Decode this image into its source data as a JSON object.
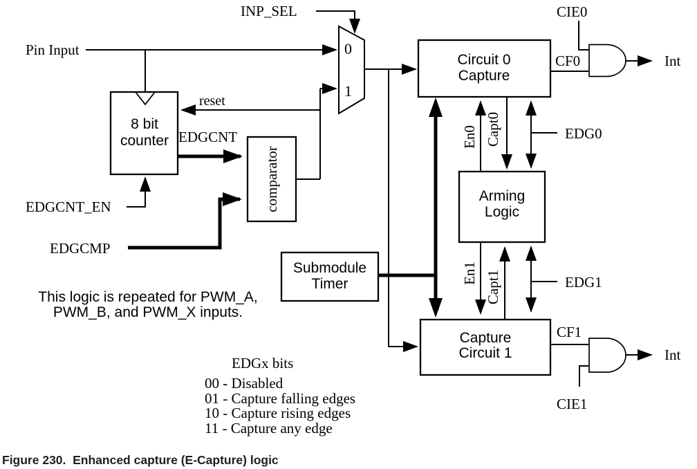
{
  "page": {
    "caption": "Figure 230.  Enhanced capture (E-Capture) logic"
  },
  "colors": {
    "line": "#000000",
    "text": "#000000",
    "caption_text": "#1f1f1f",
    "background": "#ffffff"
  },
  "diagram": {
    "signals": {
      "pin_input": "Pin Input",
      "inp_sel": "INP_SEL",
      "reset": "reset",
      "edgcnt": "EDGCNT",
      "edgcnt_en": "EDGCNT_EN",
      "edgcmp": "EDGCMP",
      "mux_input_0": "0",
      "mux_input_1": "1",
      "cie0": "CIE0",
      "cf0": "CF0",
      "int_top": "Int",
      "edg0": "EDG0",
      "en0": "En0",
      "capt0": "Capt0",
      "en1": "En1",
      "capt1": "Capt1",
      "edg1": "EDG1",
      "cf1": "CF1",
      "cie1": "CIE1",
      "int_bottom": "Int"
    },
    "blocks": {
      "counter_line1": "8 bit",
      "counter_line2": "counter",
      "comparator": "comparator",
      "submodule_timer_line1": "Submodule",
      "submodule_timer_line2": "Timer",
      "circuit0_line1": "Circuit 0",
      "circuit0_line2": "Capture",
      "arming_line1": "Arming",
      "arming_line2": "Logic",
      "circuit1_line1": "Capture",
      "circuit1_line2": "Circuit 1"
    },
    "note_line1": "This logic is repeated for PWM_A,",
    "note_line2": "PWM_B, and PWM_X inputs.",
    "legend": {
      "title": "EDGx bits",
      "items": [
        "00 - Disabled",
        "01 - Capture falling edges",
        "10 - Capture rising edges",
        "11 - Capture any edge"
      ]
    }
  }
}
